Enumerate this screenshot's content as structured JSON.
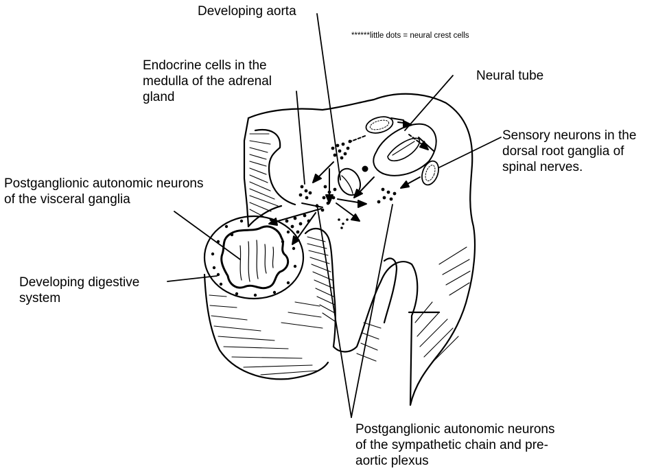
{
  "labels": {
    "developing_aorta": "Developing aorta",
    "note": "******little dots = neural crest cells",
    "endocrine": "Endocrine cells in the\nmedulla of the adrenal\ngland",
    "neural_tube": "Neural tube",
    "sensory": "Sensory neurons in the\ndorsal root ganglia of\nspinal nerves.",
    "visceral": "Postganglionic autonomic neurons\nof the visceral ganglia",
    "digestive": "Developing digestive\nsystem",
    "sympathetic": "Postganglionic autonomic neurons\nof the sympathetic chain and pre-\naortic plexus"
  },
  "colors": {
    "ink": "#000000",
    "paper": "#ffffff"
  }
}
